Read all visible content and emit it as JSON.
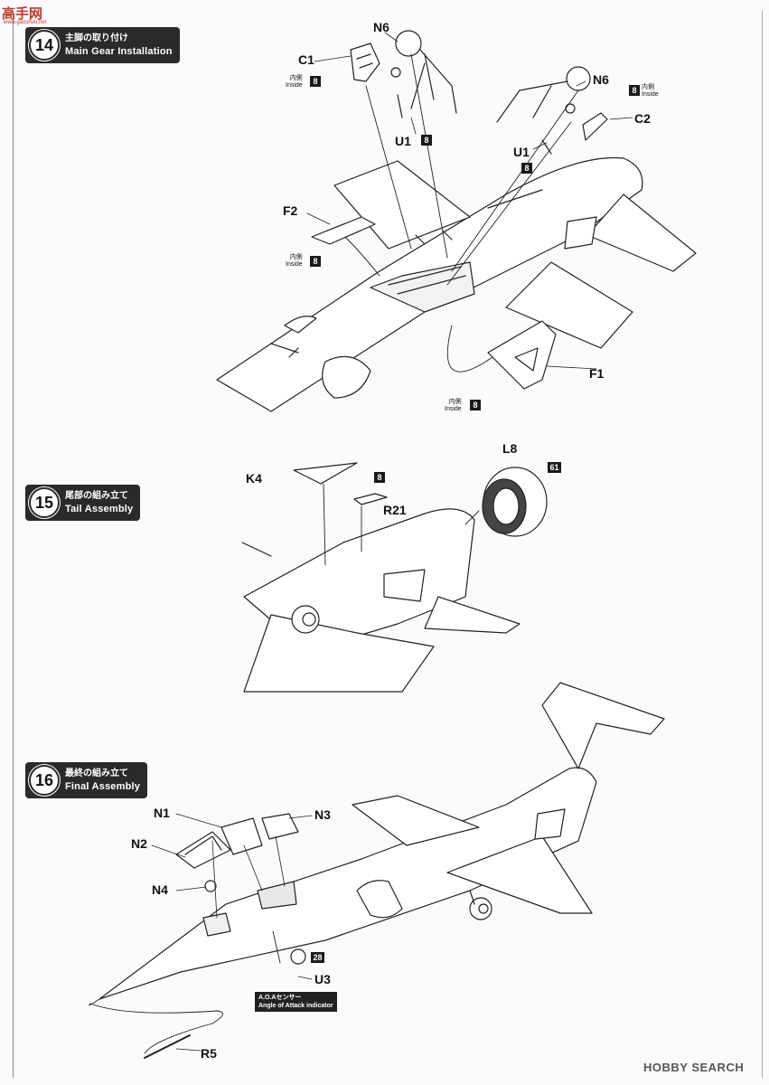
{
  "watermark": {
    "site_cn": "高手网",
    "site_url": "www.gaoshou.net",
    "brand": "HOBBY SEARCH"
  },
  "steps": [
    {
      "num": "14",
      "title_jp": "主脚の取り付け",
      "title_en": "Main Gear Installation"
    },
    {
      "num": "15",
      "title_jp": "尾部の組み立て",
      "title_en": "Tail  Assembly"
    },
    {
      "num": "16",
      "title_jp": "最終の組み立て",
      "title_en": "Final  Assembly"
    }
  ],
  "parts": {
    "n6a": "N6",
    "c1": "C1",
    "u1a": "U1",
    "n6b": "N6",
    "c2": "C2",
    "u1b": "U1",
    "f2": "F2",
    "f1": "F1",
    "k4": "K4",
    "r21": "R21",
    "l8": "L8",
    "n1": "N1",
    "n3": "N3",
    "n2": "N2",
    "n4": "N4",
    "u3": "U3",
    "r5": "R5"
  },
  "paint_codes": {
    "p8": "8",
    "p61": "61",
    "p28": "28"
  },
  "inside_jp": "内側",
  "inside_en": "Inside",
  "aoa": {
    "jp": "A.O.Aセンサー",
    "en": "Angle of Attack indicator"
  }
}
